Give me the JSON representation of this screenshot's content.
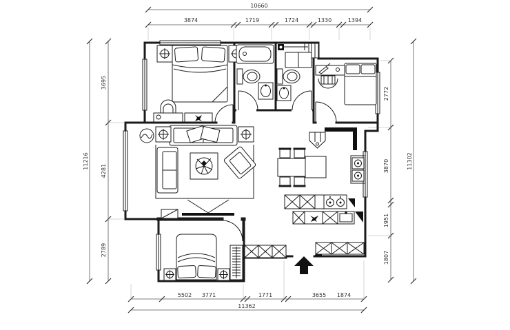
{
  "drawing": {
    "type": "floor-plan",
    "colors": {
      "line": "#1b1b1b",
      "dim_text": "#333333",
      "background": "#ffffff"
    }
  },
  "dimensions": {
    "top": {
      "total": "10660",
      "segments": [
        "3874",
        "1719",
        "1724",
        "1330",
        "1394"
      ]
    },
    "bottom": {
      "total": "11362",
      "segments": [
        "5502",
        "3771",
        "1771",
        "3655",
        "1874"
      ]
    },
    "left": {
      "total": "11216",
      "segments": [
        "3695",
        "4281",
        "2789"
      ]
    },
    "right": {
      "total": "11302",
      "segments": [
        "2772",
        "3870",
        "1951",
        "1807"
      ]
    }
  }
}
